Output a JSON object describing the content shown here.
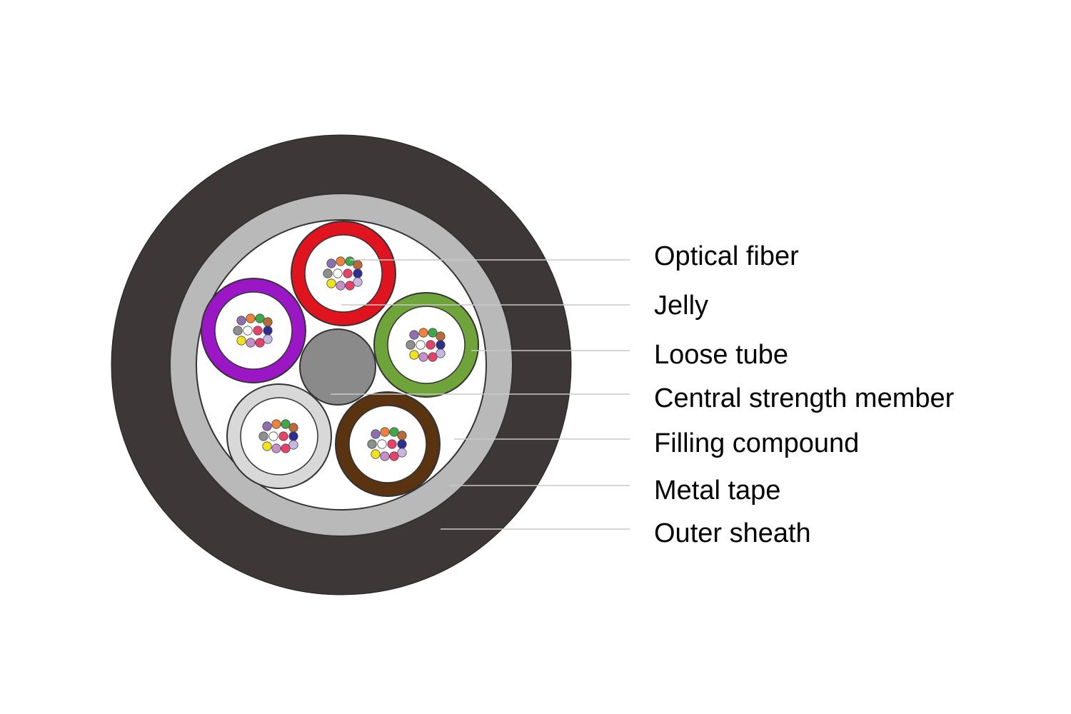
{
  "diagram": {
    "labels": [
      "Optical fiber",
      "Jelly",
      "Loose tube",
      "Central strength member",
      "Filling compound",
      "Metal tape",
      "Outer sheath"
    ],
    "colors": {
      "outer_sheath": "#3d3738",
      "metal_tape": "#b9b9b9",
      "filling_compound": "#ffffff",
      "central_strength_member": "#8a8a8a",
      "leader_line": "#c8c8c8",
      "outline": "#222222"
    },
    "loose_tubes": [
      {
        "name": "red",
        "color": "#e0141f"
      },
      {
        "name": "green",
        "color": "#6fa43a"
      },
      {
        "name": "brown",
        "color": "#5a3311"
      },
      {
        "name": "white",
        "color": "#d8d8d8"
      },
      {
        "name": "purple",
        "color": "#9b17c6"
      }
    ],
    "fiber_colors": [
      "#8e6fb0",
      "#f0813a",
      "#3fa84a",
      "#b96a3d",
      "#8f8f8f",
      "#ffffff",
      "#e8426a",
      "#2e2e8f",
      "#f2e21c",
      "#c78ec9",
      "#e8426a",
      "#c9b7e3"
    ]
  }
}
